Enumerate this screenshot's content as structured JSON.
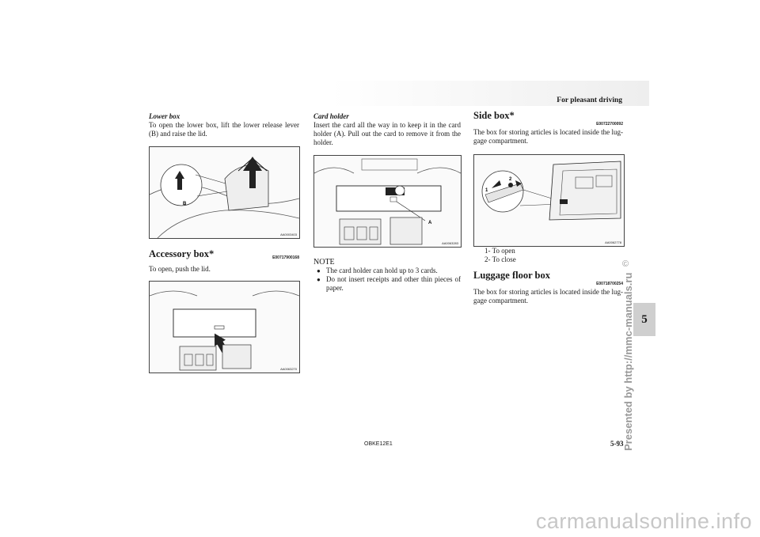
{
  "header": {
    "title": "For pleasant driving"
  },
  "left": {
    "lower_box_heading": "Lower box",
    "lower_box_text": "To open the lower box, lift the lower release lever (B) and raise the lid.",
    "fig1_label_b": "B",
    "fig1_code": "AA0003403",
    "accessory_title": "Accessory box*",
    "accessory_code": "E00717900168",
    "accessory_text": "To open, push the lid.",
    "fig2_code": "AA0063270"
  },
  "middle": {
    "card_holder_heading": "Card holder",
    "card_holder_text": "Insert the card all the way in to keep it in the card holder (A). Pull out the card to remove it from the holder.",
    "fig3_label_a": "A",
    "fig3_code": "AA0063283",
    "note_title": "NOTE",
    "notes": [
      "The card holder can hold up to 3 cards.",
      "Do not insert receipts and other thin pieces of paper."
    ]
  },
  "right": {
    "side_box_title": "Side box*",
    "side_box_code": "E00722700092",
    "side_box_text": "The box for storing articles is located inside the lug- gage compartment.",
    "fig4_label_1": "1",
    "fig4_label_2": "2",
    "fig4_code": "AA0062778",
    "legend": [
      "1- To open",
      "2- To close"
    ],
    "luggage_title": "Luggage floor box",
    "luggage_code": "E00718700254",
    "luggage_text": "The box for storing articles is located inside the lug- gage compartment."
  },
  "side_tab": "5",
  "watermark": "Presented by http://mmc-manuals.ru",
  "copyright": "©",
  "footer": {
    "code": "OBKE12E1",
    "page": "5-93"
  },
  "site_watermark": "carmanualsonline.info"
}
